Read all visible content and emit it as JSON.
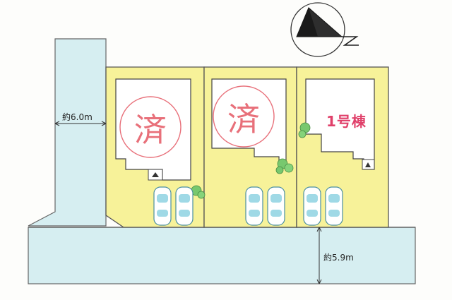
{
  "dimensions": {
    "side_road_width": "約6.0m",
    "front_road_width": "約5.9m"
  },
  "lots": [
    {
      "id": "lot-1",
      "status_label": "済",
      "has_stamp": true,
      "parking_spaces": 2,
      "has_tree": true
    },
    {
      "id": "lot-2",
      "status_label": "済",
      "has_stamp": true,
      "parking_spaces": 2,
      "has_tree": true
    },
    {
      "id": "lot-3",
      "status_label": "1号棟",
      "has_stamp": false,
      "parking_spaces": 2,
      "has_tree": true
    }
  ],
  "compass": {
    "icon": "north-arrow-icon",
    "north_mark": "Z"
  },
  "colors": {
    "lot_fill": "#f7f299",
    "road_fill": "#d6eef1",
    "stamp_red": "#e8707a",
    "label_red": "#e0406a",
    "tree_green": "#78c86e",
    "car_blue": "#9fd9e6"
  }
}
